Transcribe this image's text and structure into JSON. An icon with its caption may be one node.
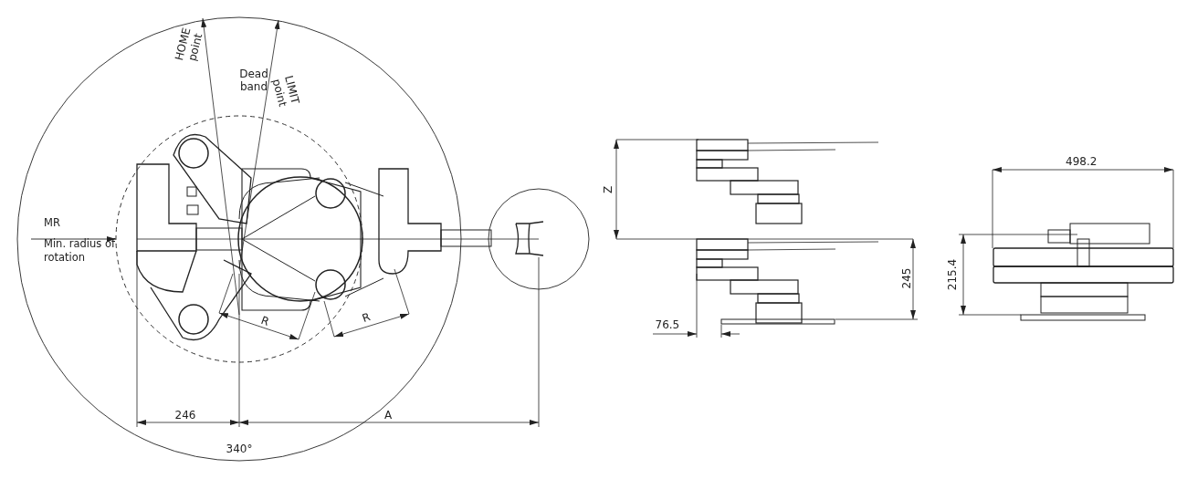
{
  "diagram": {
    "nodes": [
      {
        "text": [
          "MR",
          "Min. radius of rotation"
        ]
      },
      {
        "text": [],
        "shape": "circle"
      }
    ],
    "edges": [
      {
        "from": 0,
        "to": 1,
        "arrow": "to"
      }
    ],
    "labels": [
      "HOME point",
      "Dead band",
      "LIMIT point",
      "R",
      "R",
      "246",
      "A",
      "340°",
      "Z",
      "245",
      "76.5",
      "498.2",
      "215.4"
    ]
  }
}
